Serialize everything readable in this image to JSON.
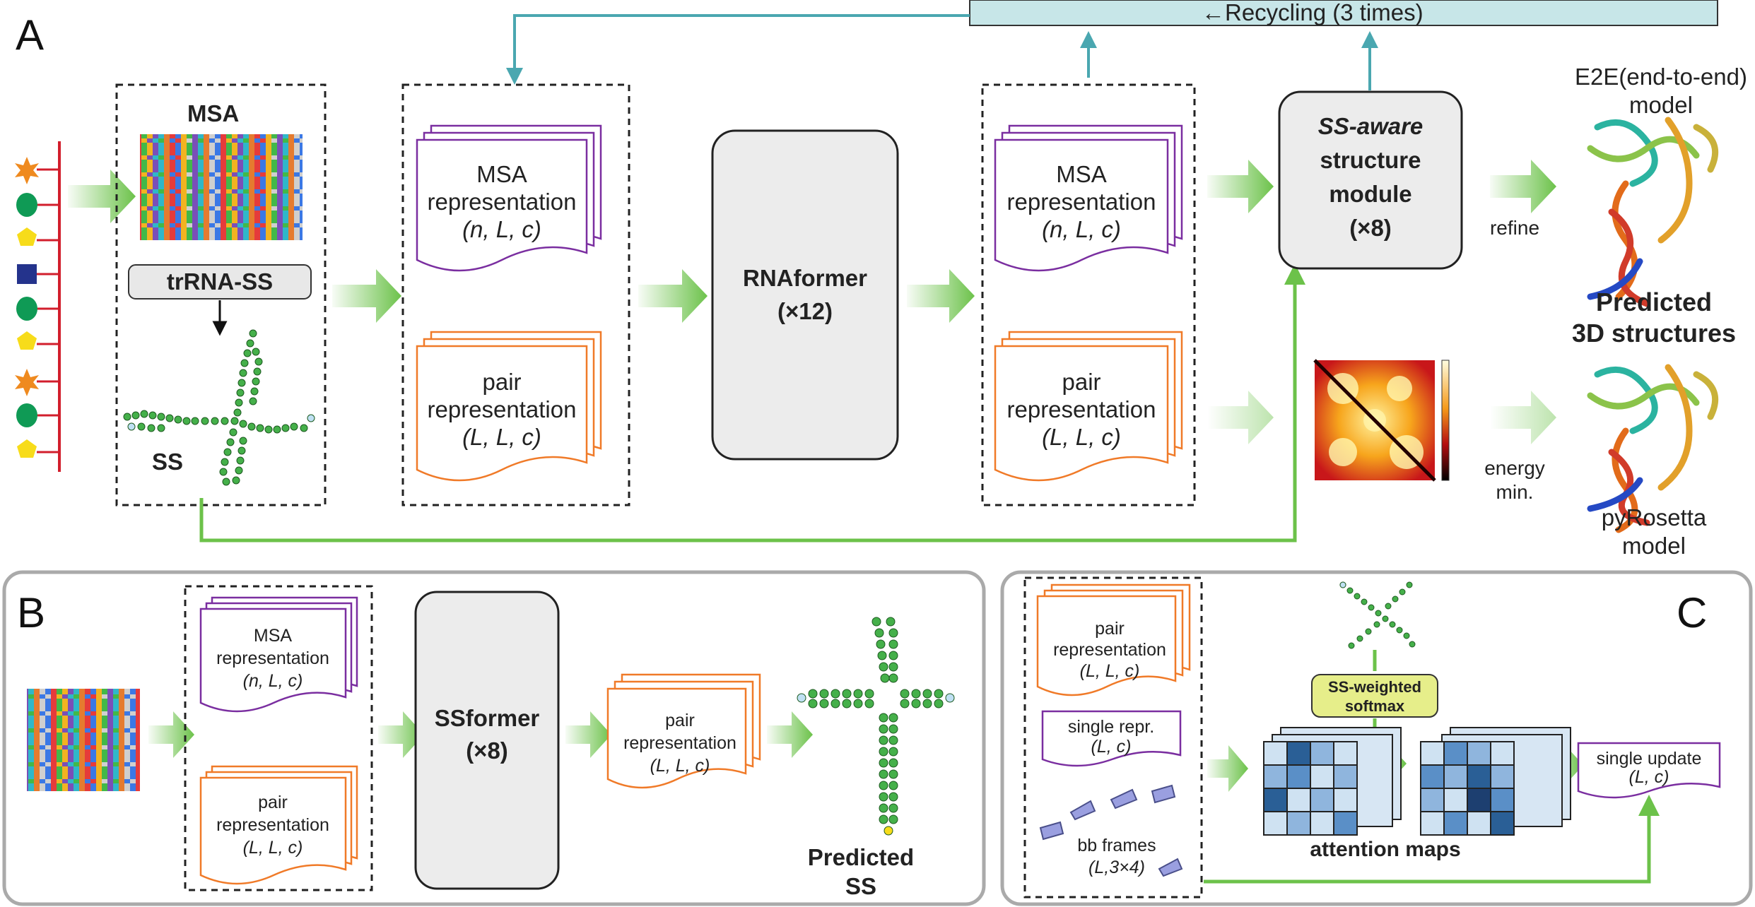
{
  "panel_letters": [
    "A",
    "B",
    "C"
  ],
  "recycling_label": "←Recycling (3 times)",
  "panel_a": {
    "msa_title": "MSA",
    "trna_ss_button": "trRNA-SS",
    "ss_label": "SS",
    "msa_rep": [
      "MSA",
      "representation",
      "(n, L, c)"
    ],
    "pair_rep": [
      "pair",
      "representation",
      "(L, L, c)"
    ],
    "rnaformer": [
      "RNAformer",
      "(×12)"
    ],
    "ss_aware": [
      "SS-aware",
      "structure",
      "module",
      "(×8)"
    ],
    "refine_label": "refine",
    "energy_label": [
      "energy",
      "min."
    ],
    "e2e_label": [
      "E2E(end-to-end)",
      "model"
    ],
    "predicted_3d": [
      "Predicted",
      "3D structures"
    ],
    "pyrosetta_label": [
      "pyRosetta",
      "model"
    ]
  },
  "panel_b": {
    "msa_rep": [
      "MSA",
      "representation",
      "(n, L, c)"
    ],
    "pair_rep": [
      "pair",
      "representation",
      "(L, L, c)"
    ],
    "ssformer": [
      "SSformer",
      "(×8)"
    ],
    "pair_rep_out": [
      "pair",
      "representation",
      "(L, L, c)"
    ],
    "predicted_ss": [
      "Predicted",
      "SS"
    ]
  },
  "panel_c": {
    "pair_rep": [
      "pair",
      "representation",
      "(L, L, c)"
    ],
    "single_repr": [
      "single repr.",
      "(L, c)"
    ],
    "bb_frames": [
      "bb frames",
      "(L,3×4)"
    ],
    "ss_softmax": [
      "SS-weighted",
      "softmax"
    ],
    "attention_maps": "attention maps",
    "single_update": [
      "single update",
      "(L, c)"
    ]
  },
  "colors": {
    "msa_doc_border": "#7a2ea0",
    "pair_doc_border": "#f07a28",
    "arrow_green": "#6cc24a",
    "recycle_teal": "#4aa7b0",
    "recycle_box_fill": "#c7e6e8",
    "module_fill": "#ececec",
    "ss_softmax_fill": "#e6ee8a"
  }
}
